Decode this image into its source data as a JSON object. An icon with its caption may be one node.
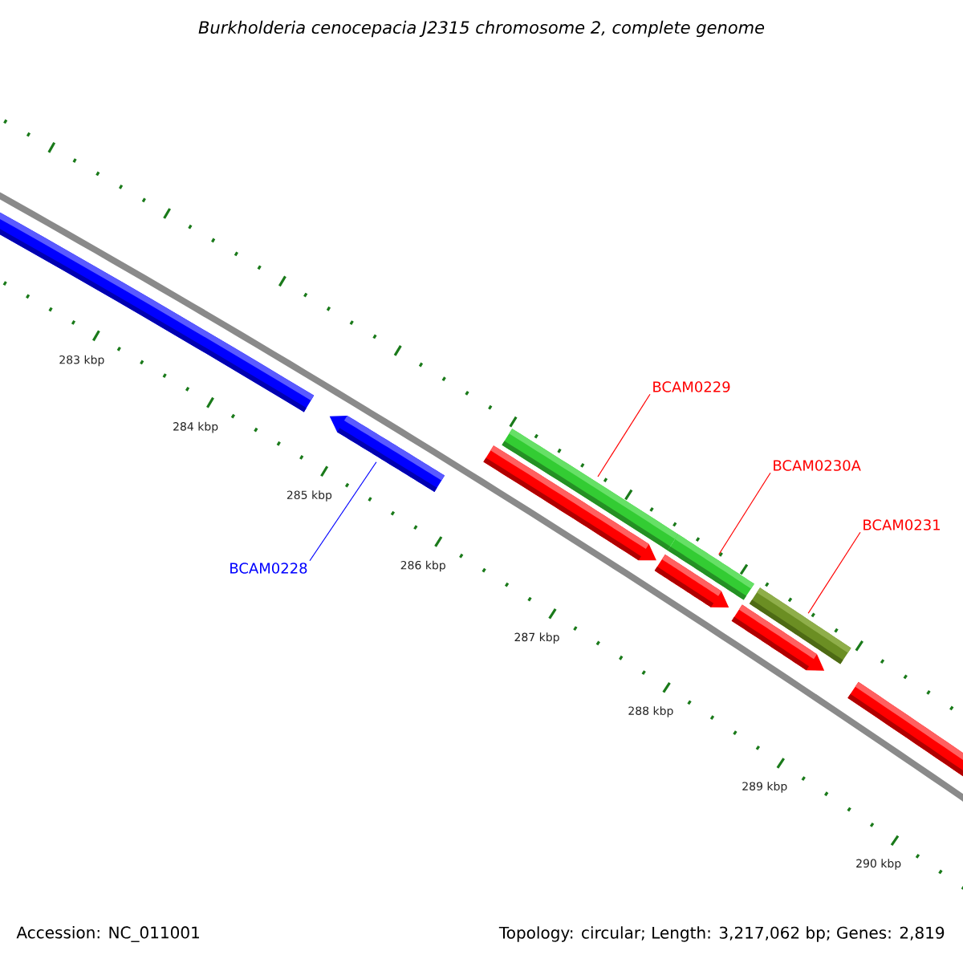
{
  "diagram": {
    "title": "Burkholderia cenocepacia J2315 chromosome 2, complete genome",
    "nodes": [
      {
        "text": [],
        "shape": "bar"
      },
      {
        "text": [],
        "shape": "arrow"
      },
      {
        "text": [
          "BCAM0228"
        ]
      },
      {
        "text": [],
        "shape": "bar"
      },
      {
        "text": [
          "BCAM0229"
        ]
      },
      {
        "text": [],
        "shape": "bar"
      },
      {
        "text": [
          "BCAM0230A"
        ]
      },
      {
        "text": [],
        "shape": "bar"
      },
      {
        "text": [
          "BCAM0231"
        ]
      },
      {
        "text": [],
        "shape": "arrow"
      },
      {
        "text": [],
        "shape": "arrow"
      },
      {
        "text": [],
        "shape": "arrow"
      },
      {
        "text": [],
        "shape": "bar"
      }
    ],
    "edges": [
      {
        "from": 2,
        "to": 1,
        "arrow": "none",
        "color": "#0000ff"
      },
      {
        "from": 4,
        "to": 3,
        "arrow": "none"
      },
      {
        "from": 6,
        "to": 5,
        "arrow": "none"
      },
      {
        "from": 8,
        "to": 7,
        "arrow": "none"
      }
    ],
    "labels": [
      "283 kbp",
      "284 kbp",
      "285 kbp",
      "286 kbp",
      "287 kbp",
      "288 kbp",
      "289 kbp",
      "290 kbp",
      "Accession: NC_011001",
      "Topology: circular; Length: 3,217,062 bp; Genes: 2,819"
    ]
  }
}
